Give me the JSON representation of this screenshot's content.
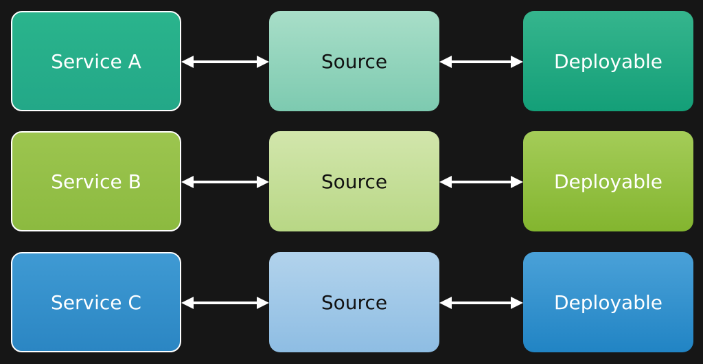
{
  "rows": [
    {
      "service": "Service A",
      "source": "Source",
      "deployable": "Deployable"
    },
    {
      "service": "Service B",
      "source": "Source",
      "deployable": "Deployable"
    },
    {
      "service": "Service C",
      "source": "Source",
      "deployable": "Deployable"
    }
  ],
  "colors": {
    "background": "#161616",
    "row_a": {
      "service": "#2ab48c",
      "source": "#a8dec8",
      "deployable": "#1aa67e"
    },
    "row_b": {
      "service": "#94c049",
      "source": "#c9e19c",
      "deployable": "#94c049"
    },
    "row_c": {
      "service": "#3a95ce",
      "source": "#a3c9e8",
      "deployable": "#3a95ce"
    },
    "arrow": "#ffffff"
  },
  "connectors": "bidirectional-arrow"
}
